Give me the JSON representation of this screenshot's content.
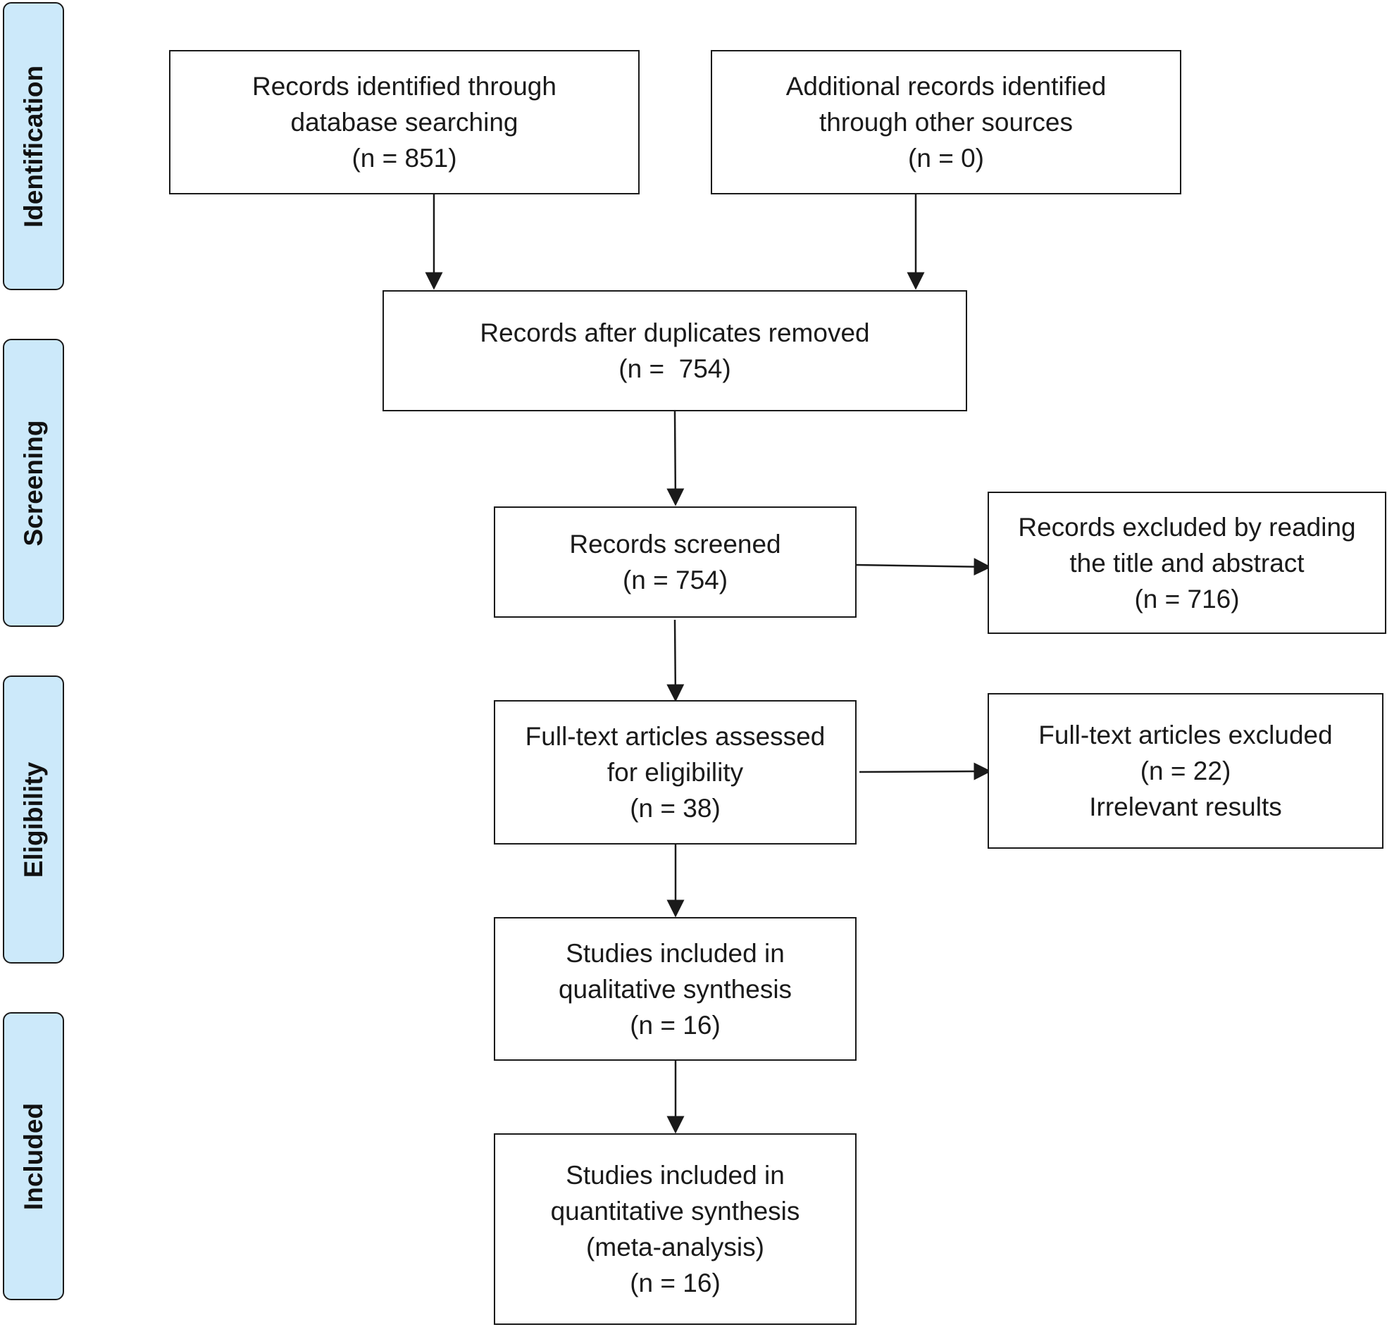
{
  "phases": {
    "identification": "Identification",
    "screening": "Screening",
    "eligibility": "Eligibility",
    "included": "Included"
  },
  "boxes": {
    "database": [
      "Records identified through",
      "database searching",
      "(n = 851)"
    ],
    "other_sources": [
      "Additional records identified",
      "through other sources",
      "(n = 0)"
    ],
    "duplicates_removed": [
      "Records after duplicates removed",
      "(n =  754)"
    ],
    "screened": [
      "Records screened",
      "(n = 754)"
    ],
    "excluded_title_abstract": [
      "Records excluded by reading",
      "the title and abstract",
      "(n = 716)"
    ],
    "full_text_assessed": [
      "Full-text articles assessed",
      "for eligibility",
      "(n = 38)"
    ],
    "full_text_excluded": [
      "Full-text articles excluded",
      "(n = 22)",
      "Irrelevant results"
    ],
    "qualitative": [
      "Studies included in",
      "qualitative synthesis",
      "(n = 16)"
    ],
    "quantitative": [
      "Studies included in",
      "quantitative synthesis",
      "(meta-analysis)",
      "(n = 16)"
    ]
  },
  "colors": {
    "phase_fill": "#cce9fa",
    "stroke": "#1a1a1a"
  }
}
